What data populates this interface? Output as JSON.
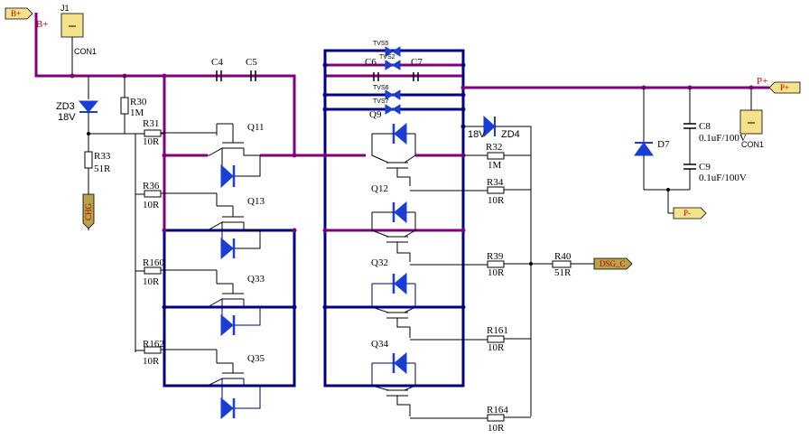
{
  "ports": {
    "b_plus": "B+",
    "p_plus": "P+",
    "p_minus": "P-",
    "chg": "CHG",
    "dsg": "DSG_C"
  },
  "connectors": {
    "j1_ref": "J1",
    "j1_name": "CON1",
    "j2_name": "CON1",
    "pin_mark": "1"
  },
  "net_labels": {
    "b_plus_net": "B+",
    "p_plus_net": "P+"
  },
  "resistors": [
    {
      "ref": "R30",
      "value": "1M"
    },
    {
      "ref": "R31",
      "value": "10R"
    },
    {
      "ref": "R33",
      "value": "51R"
    },
    {
      "ref": "R36",
      "value": "10R"
    },
    {
      "ref": "R160",
      "value": "10R"
    },
    {
      "ref": "R162",
      "value": "10R"
    },
    {
      "ref": "R32",
      "value": "1M"
    },
    {
      "ref": "R34",
      "value": "10R"
    },
    {
      "ref": "R39",
      "value": "10R"
    },
    {
      "ref": "R40",
      "value": "51R"
    },
    {
      "ref": "R161",
      "value": "10R"
    },
    {
      "ref": "R164",
      "value": "10R"
    }
  ],
  "zeners": [
    {
      "ref": "ZD3",
      "value": "18V"
    },
    {
      "ref": "ZD4",
      "value": "18V"
    }
  ],
  "capacitors": [
    {
      "ref": "C4"
    },
    {
      "ref": "C5"
    },
    {
      "ref": "C6"
    },
    {
      "ref": "C7"
    },
    {
      "ref": "C8",
      "value": "0.1uF/100V"
    },
    {
      "ref": "C9",
      "value": "0.1uF/100V"
    }
  ],
  "tvs": [
    "TVS5",
    "TVS2",
    "TVS6",
    "TVS7"
  ],
  "mosfets_left": [
    "Q11",
    "Q13",
    "Q33",
    "Q35"
  ],
  "mosfets_right": [
    "Q9",
    "Q12",
    "Q32",
    "Q34"
  ],
  "diode_d7": "D7",
  "colors": {
    "power_net": "#800080",
    "ground_net": "#000080",
    "signal": "#000000",
    "diode": "#1a3dd6",
    "port_fill": "#f5e28a",
    "port_fill_dark": "#b8a14b",
    "port_text": "#c00000"
  }
}
